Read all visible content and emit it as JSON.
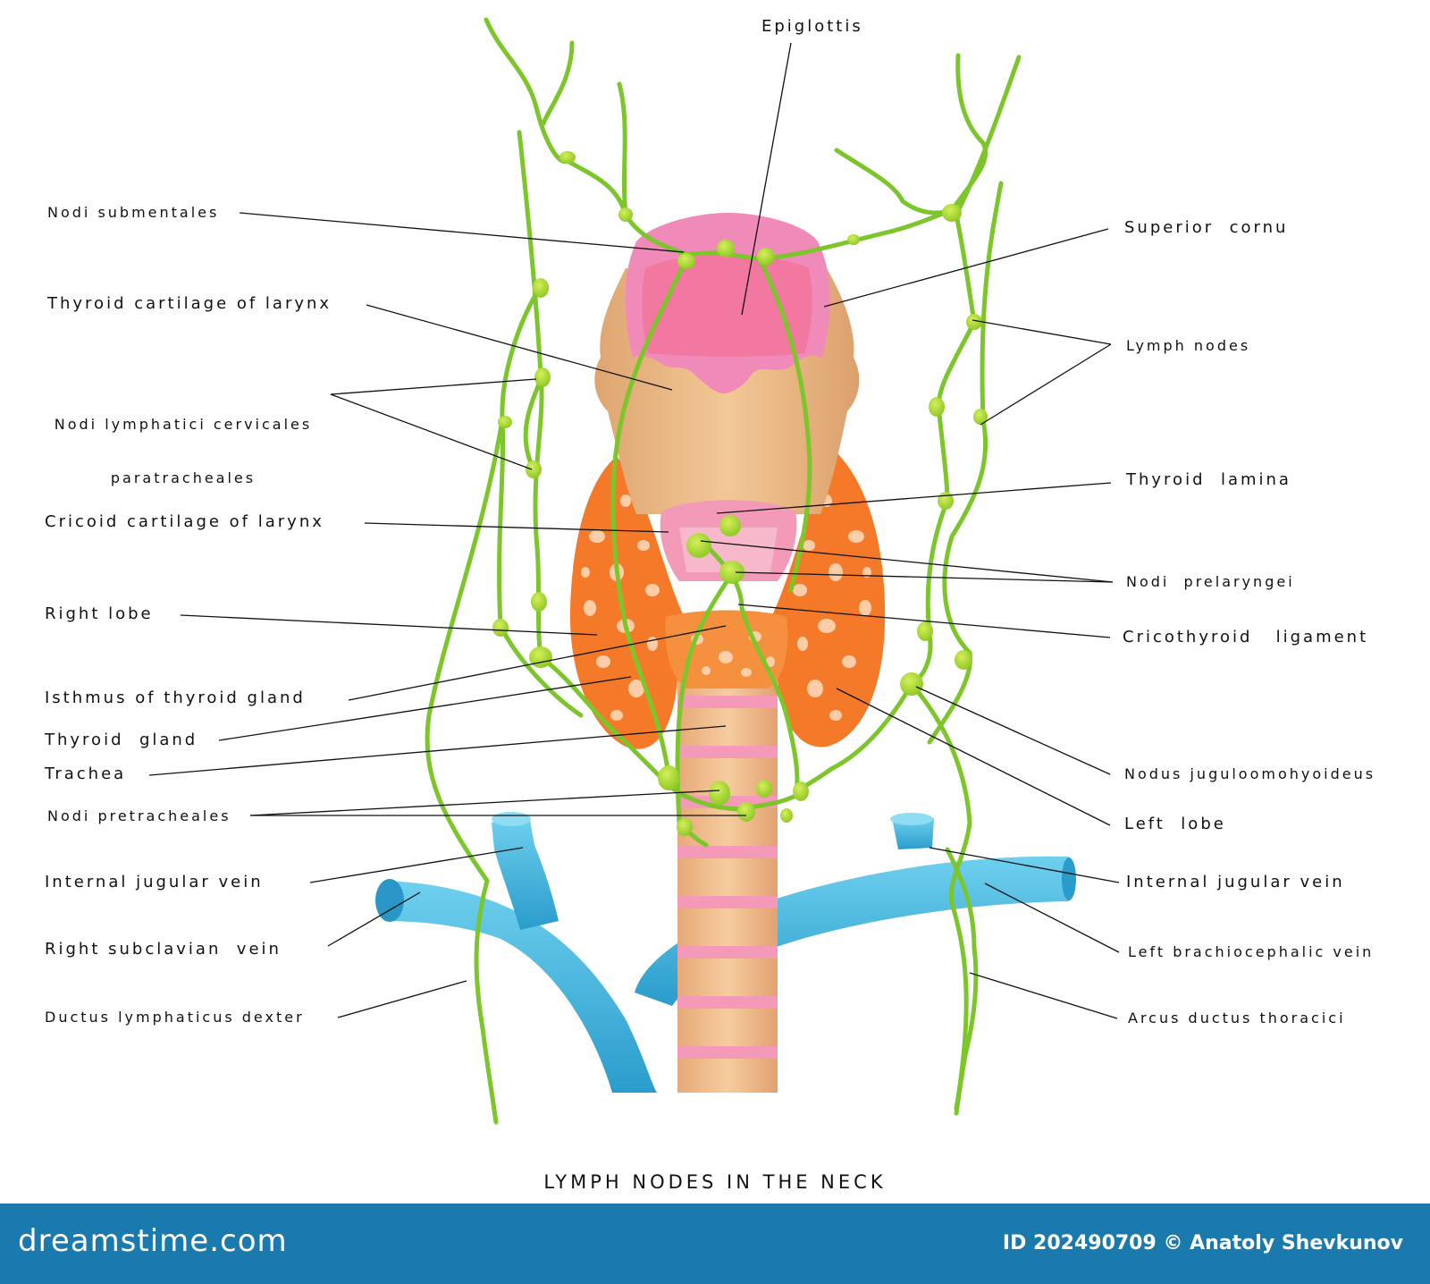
{
  "labels": {
    "epiglottis": "Epiglottis",
    "nodi_submentales": "Nodi submentales",
    "thyroid_cartilage": "Thyroid cartilage of larynx",
    "nodi_cervicales_1": "Nodi lymphatici cervicales",
    "nodi_cervicales_2": "paratracheales",
    "cricoid_cartilage": "Cricoid cartilage of larynx",
    "right_lobe": "Right lobe",
    "isthmus": "Isthmus of thyroid gland",
    "thyroid_gland": "Thyroid  gland",
    "trachea": "Trachea",
    "nodi_pretracheales": "Nodi pretracheales",
    "internal_jugular_right": "Internal jugular vein",
    "right_subclavian": "Right subclavian  vein",
    "ductus_dexter": "Ductus lymphaticus dexter",
    "superior_cornu": "Superior  cornu",
    "lymph_nodes": "Lymph nodes",
    "thyroid_lamina": "Thyroid  lamina",
    "nodi_prelaryngei": "Nodi  prelaryngei",
    "cricothyroid": "Cricothyroid   ligament",
    "nodus_juguloomohyoideus": "Nodus juguloomohyoideus",
    "left_lobe": "Left  lobe",
    "internal_jugular_left": "Internal jugular vein",
    "left_brachiocephalic": "Left brachiocephalic vein",
    "arcus_ductus": "Arcus ductus thoracici"
  },
  "caption": "LYMPH NODES IN THE NECK",
  "footer": {
    "brand": "dreamstime.com",
    "credit": "ID 202490709 © Anatoly Shevkunov"
  },
  "colors": {
    "lymph": "#7cc52a",
    "vein": "#3bb4dc",
    "thyroid": "#f47a2a",
    "cartilage": "#eab67e",
    "epiglottis": "#f08ab8",
    "trachea_ring": "#f49ab8",
    "footer": "#1a79ad"
  }
}
